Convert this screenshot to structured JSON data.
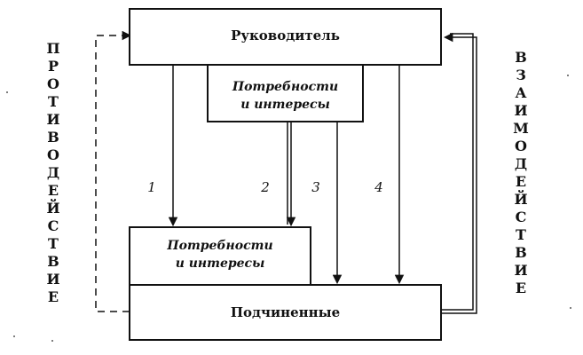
{
  "diagram": {
    "manager_label": "Руководитель",
    "manager_needs_line1": "Потребности",
    "manager_needs_line2": "и интересы",
    "subordinates_needs_line1": "Потребности",
    "subordinates_needs_line2": "и интересы",
    "subordinates_label": "Подчиненные",
    "arrow_numbers": [
      "1",
      "2",
      "3",
      "4"
    ],
    "left_side_word": "ПРОТИВОДЕЙСТВИЕ",
    "right_side_word": "ВЗАИМОДЕЙСТВИЕ"
  }
}
